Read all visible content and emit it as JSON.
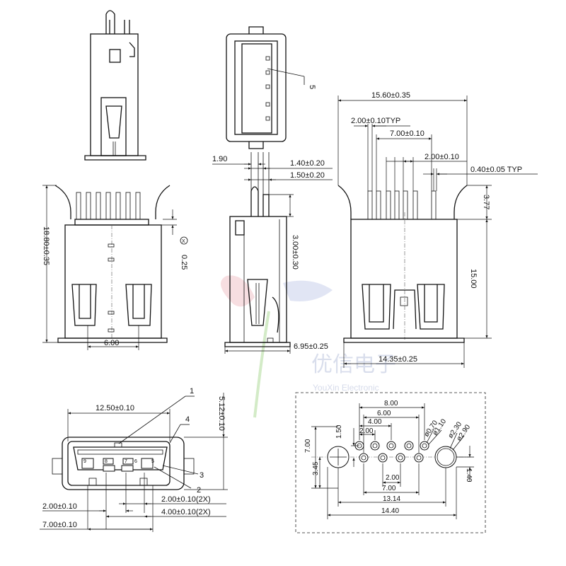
{
  "colors": {
    "line": "#111111",
    "watermark": "#cdd3e6",
    "watermark_red": "#e8a0a8",
    "watermark_green": "#a8d890",
    "watermark_blue": "#a8b4e0"
  },
  "watermark": {
    "brand_cn": "优信电子",
    "brand_en": "YouXin Electronic"
  },
  "top_center_view": {
    "callout": "5"
  },
  "dims_mid": {
    "d190": "1.90",
    "d140": "1.40±0.20",
    "d150": "1.50±0.20",
    "d300": "3.00±0.30",
    "d695": "6.95±0.25"
  },
  "dims_left": {
    "d1880": "18.80±0.35",
    "d025": "0.25",
    "d600": "6.00"
  },
  "dims_right": {
    "d1560": "15.60±0.35",
    "d200typ": "2.00±0.10TYP",
    "d700": "7.00±0.10",
    "d200": "2.00±0.10",
    "d040": "0.40±0.05  TYP",
    "d377": "3.77",
    "d1500": "15.00",
    "d1435": "14.35±0.25"
  },
  "front_view": {
    "d1250": "12.50±0.10",
    "d512": "5.12±0.10",
    "d200": "2.00±0.10",
    "d200x2": "2.00±0.10(2X)",
    "d400x2": "4.00±0.10(2X)",
    "d700": "7.00±0.10",
    "callouts": [
      "1",
      "4",
      "3",
      "2"
    ],
    "pin_numbers": [
      "9",
      "8",
      "7",
      "6",
      "5"
    ]
  },
  "footprint": {
    "d800": "8.00",
    "d600": "6.00",
    "d400": "4.00",
    "d200top": "2.00",
    "d150": "1.50",
    "d700v": "7.00",
    "d345": "3.45",
    "d200bot": "2.00",
    "d700h": "7.00",
    "d1314": "13.14",
    "d1440": "14.40",
    "d140": "1.40",
    "phi070": "ø0.70",
    "phi110": "ø1.10",
    "phi230": "ø2.30",
    "phi290": "ø2.90"
  }
}
